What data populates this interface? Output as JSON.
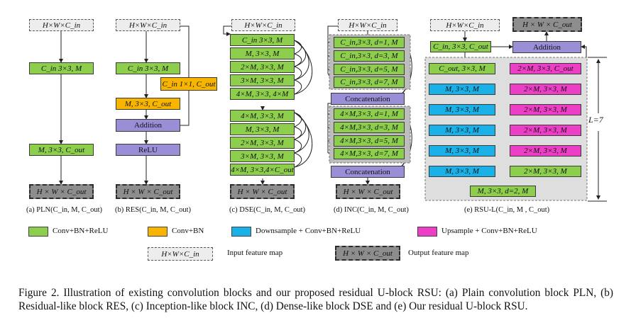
{
  "blocks": {
    "pln": {
      "input": "H×W×C_in",
      "conv1": "C_in 3×3, M",
      "conv2": "M, 3×3, C_out",
      "output": "H × W × C_out",
      "caption": "(a) PLN(C_in, M, C_out)"
    },
    "res": {
      "input": "H×W×C_in",
      "conv1": "C_in 3×3, M",
      "conv2": "M, 3×3, C_out",
      "shortcut": "C_in 1×1, C_out",
      "addition": "Addition",
      "relu": "ReLU",
      "output": "H × W × C_out",
      "caption": "(b) RES(C_in, M, C_out)"
    },
    "dse": {
      "input": "H×W×C_in",
      "group1": [
        "C_in 3×3, M",
        "M, 3×3, M",
        "2×M, 3×3, M",
        "3×M, 3×3, M",
        "4×M, 3×3, 4×M"
      ],
      "group2": [
        "4×M, 3×3, M",
        "M, 3×3, M",
        "2×M, 3×3, M",
        "3×M, 3×3, M",
        "4×M, 3×3,4×C_out"
      ],
      "output": "H × W × C_out",
      "caption": "(c) DSE(C_in, M, C_out)"
    },
    "inc": {
      "input": "H×W×C_in",
      "group1": [
        "C_in,3×3, d=1, M",
        "C_in,3×3, d=3, M",
        "C_in,3×3, d=5, M",
        "C_in,3×3, d=7, M"
      ],
      "concat1": "Concatenation",
      "group2": [
        "4×M,3×3, d=1, M",
        "4×M,3×3, d=3, M",
        "4×M,3×3, d=5, M",
        "4×M,3×3, d=7, M"
      ],
      "concat2": "Concatenation",
      "output": "H × W × C_out",
      "caption": "(d) INC(C_in, M, C_out)"
    },
    "rsu": {
      "input": "H×W×C_in",
      "output": "H × W × C_out",
      "conv_in": "C_in, 3×3, C_out",
      "addition": "Addition",
      "encoder": [
        "C_out, 3×3, M",
        "M, 3×3, M",
        "M, 3×3, M",
        "M, 3×3, M",
        "M, 3×3, M",
        "M, 3×3, M"
      ],
      "decoder": [
        "2×M, 3×3, C_out",
        "2×M, 3×3, M",
        "2×M, 3×3, M",
        "2×M, 3×3, M",
        "2×M, 3×3, M",
        "2×M, 3×3, M"
      ],
      "bottom": "M, 3×3, d=2, M",
      "depth_label": "L=7",
      "caption": "(e) RSU-L(C_in, M , C_out)"
    }
  },
  "legend": {
    "conv_bn_relu": "Conv+BN+ReLU",
    "conv_bn": "Conv+BN",
    "downsample": "Downsample + Conv+BN+ReLU",
    "upsample": "Upsample + Conv+BN+ReLU",
    "input_box": "H×W×C_in",
    "input_label": "Input feature map",
    "output_box": "H × W × C_out",
    "output_label": "Output feature map"
  },
  "colors": {
    "green": "#8dcf4d",
    "orange": "#f7b500",
    "purple": "#9a8fd6",
    "cyan": "#1ab0e8",
    "magenta": "#ec3fc6",
    "input_gray": "#ededed",
    "output_gray": "#8d8d8d"
  },
  "figure_caption": "Figure 2. Illustration of existing convolution blocks and our proposed residual U-block RSU: (a) Plain convolution block PLN, (b) Residual-like block RES, (c) Inception-like block INC, (d) Dense-like block DSE and (e) Our residual U-block RSU."
}
